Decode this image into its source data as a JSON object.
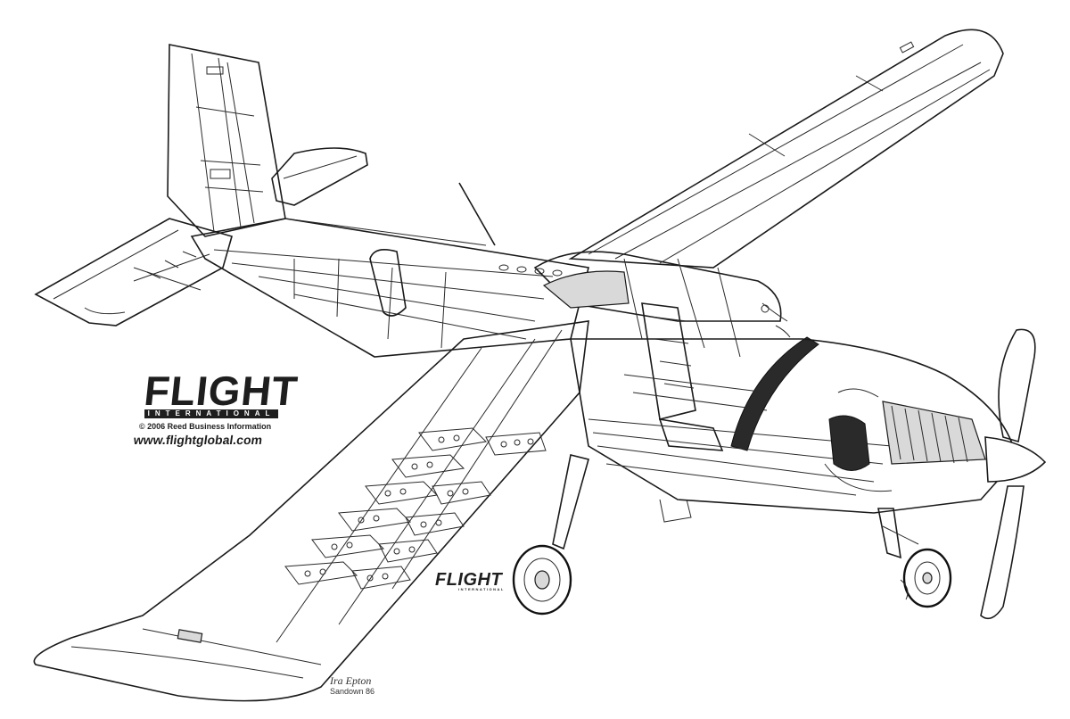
{
  "branding": {
    "logo": "FLIGHT",
    "logo_sub": "INTERNATIONAL",
    "copyright": "© 2006 Reed Business Information",
    "url": "www.flightglobal.com",
    "small_logo": "FLIGHT",
    "small_logo_sub": "INTERNATIONAL"
  },
  "artist": {
    "signature": "Ira Epton",
    "location": "Sandown 86"
  },
  "colors": {
    "ink": "#1a1a1a",
    "paper": "#ffffff",
    "shade": "#d9d9d9"
  }
}
